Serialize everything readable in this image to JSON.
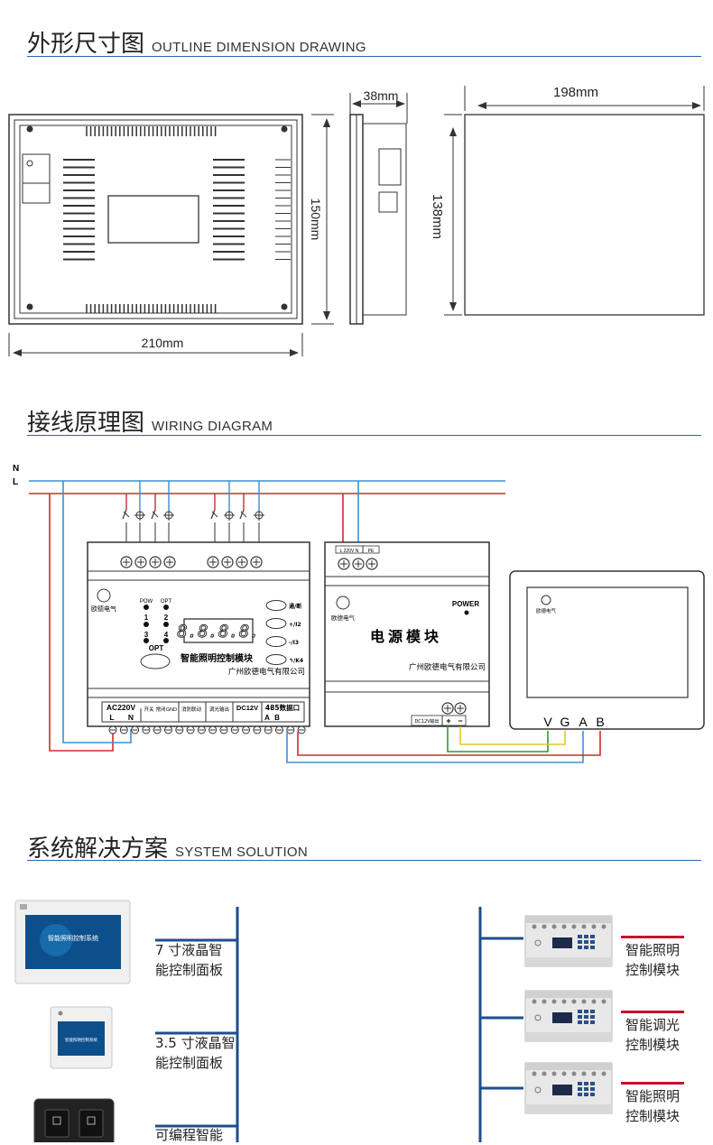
{
  "sections": {
    "outline": {
      "title_zh": "外形尺寸图",
      "title_en": "OUTLINE DIMENSION DRAWING"
    },
    "wiring": {
      "title_zh": "接线原理图",
      "title_en": "WIRING DIAGRAM"
    },
    "system": {
      "title_zh": "系统解决方案",
      "title_en": "SYSTEM SOLUTION"
    }
  },
  "dimensions": {
    "width": "210mm",
    "height": "150mm",
    "depth": "38mm",
    "side_width": "198mm",
    "side_height": "138mm"
  },
  "wiring": {
    "bus_n": "N",
    "bus_l": "L",
    "controller": {
      "brand": "欧德电气",
      "pow": "POW",
      "opt_led": "OPT",
      "ch1": "1",
      "ch2": "2",
      "ch3": "3",
      "ch4": "4",
      "opt_button": "OPT",
      "display": "8.8.8.8.",
      "btn1": "通/断",
      "btn2": "+/I2",
      "btn3": "-/I3",
      "btn4": "↰/K4",
      "name": "智能照明控制模块",
      "company": "广州欧德电气有限公司",
      "ac_label": "AC220V",
      "l": "L",
      "n": "N",
      "t1": "开关",
      "t2": "常闭",
      "gnd": "GND",
      "t3": "消防联动",
      "t4": "调光输出",
      "dc_label": "DC12V",
      "rs_label": "485数据口",
      "a": "A",
      "b": "B"
    },
    "power": {
      "top_label": "L 220V N",
      "pe": "PE",
      "brand": "欧德电气",
      "led_label": "POWER",
      "name": "电源模块",
      "company": "广州欧德电气有限公司",
      "dc_label": "DC12V输出",
      "plus": "+",
      "minus": "−"
    },
    "panel": {
      "brand": "欧德电气",
      "v": "V",
      "g": "G",
      "a": "A",
      "b": "B"
    }
  },
  "system": {
    "panels": [
      {
        "label_l1": "7 寸液晶智",
        "label_l2": "能控制面板",
        "screen_text": "智能照明控制系统"
      },
      {
        "label_l1": "3.5 寸液晶智",
        "label_l2": "能控制面板",
        "screen_text": "智能照明控制系统"
      },
      {
        "label_l1": "可编程智能",
        "label_l2": ""
      }
    ],
    "modules": [
      {
        "label_l1": "智能照明",
        "label_l2": "控制模块"
      },
      {
        "label_l1": "智能调光",
        "label_l2": "控制模块"
      },
      {
        "label_l1": "智能照明",
        "label_l2": "控制模块"
      }
    ]
  },
  "colors": {
    "accent": "#2b66a8",
    "wire_red": "#d42a2a",
    "wire_blue": "#3b8fd6",
    "wire_green": "#2a9a3a",
    "wire_yellow": "#e0c82a",
    "bus_blue": "#1f4e8c"
  }
}
